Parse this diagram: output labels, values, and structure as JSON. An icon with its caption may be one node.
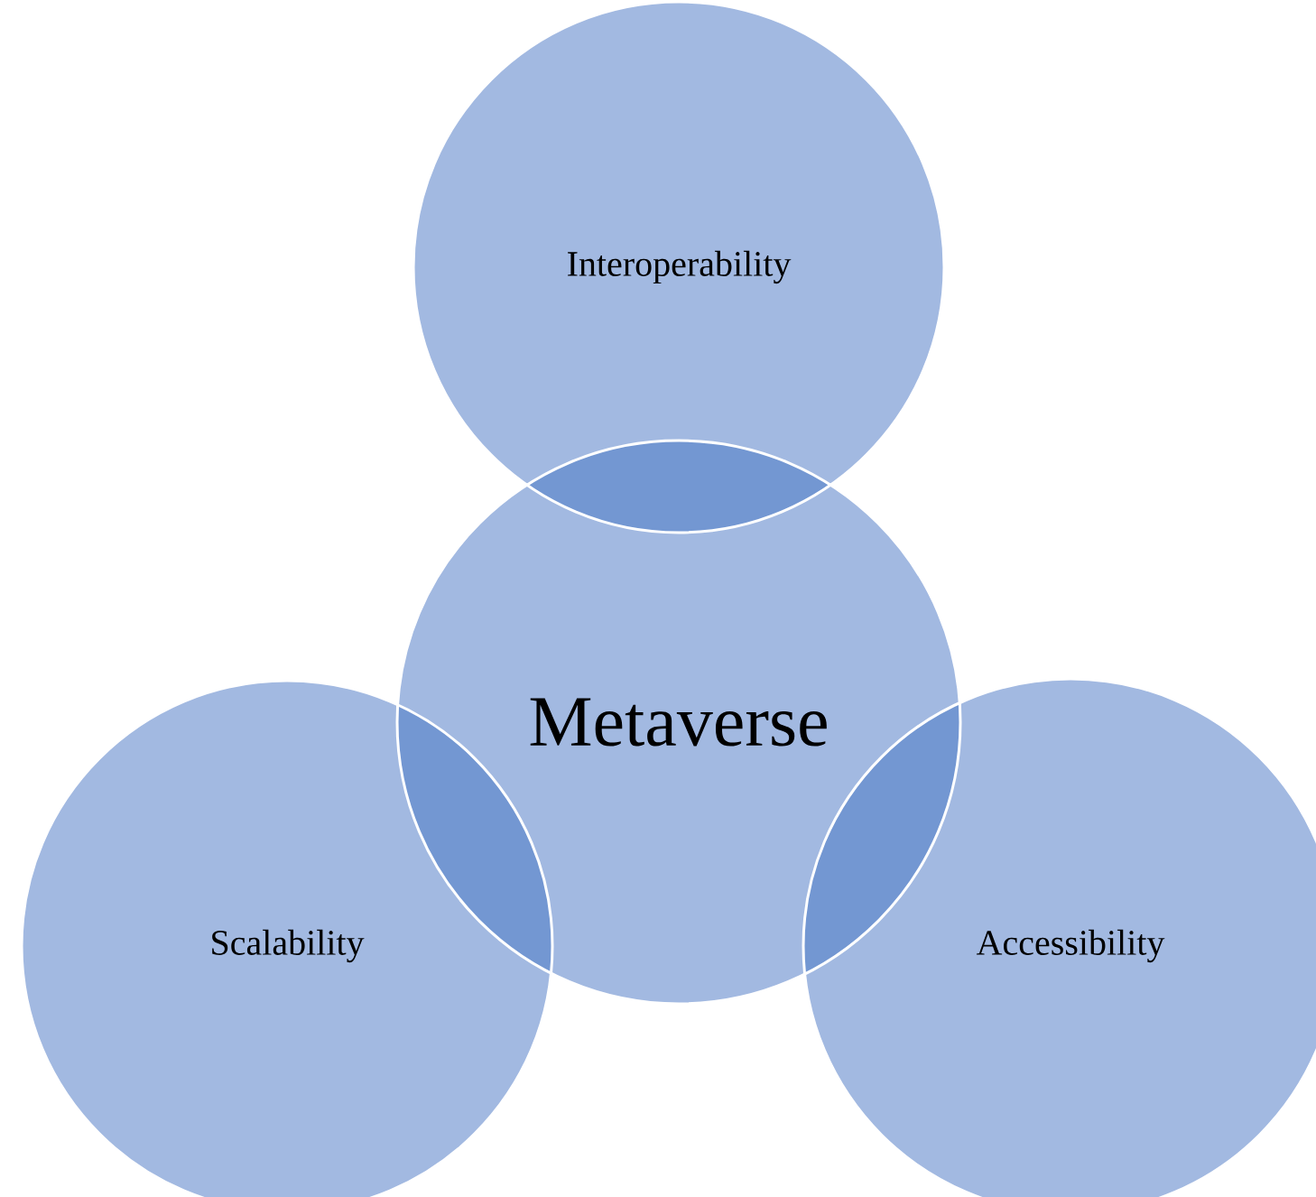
{
  "diagram": {
    "nodes": [
      {
        "text": [
          "Interoperability"
        ]
      },
      {
        "text": [
          "Metaverse"
        ]
      },
      {
        "text": [
          "Scalability"
        ]
      },
      {
        "text": [
          "Accessibility"
        ]
      }
    ]
  }
}
